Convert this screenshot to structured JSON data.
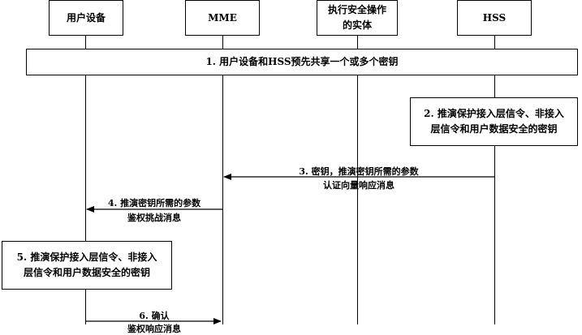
{
  "participants": [
    {
      "id": "ue",
      "name": "用户设备"
    },
    {
      "id": "mme",
      "name": "MME"
    },
    {
      "id": "sec",
      "name": "执行安全操作\n的实体"
    },
    {
      "id": "hss",
      "name": "HSS"
    }
  ],
  "steps": {
    "s1": "1. 用户设备和HSS预先共享一个或多个密钥",
    "s2": "2. 推演保护接入层信令、非接入\n层信令和用户数据安全的密钥",
    "s3": "3. 密钥，推演密钥所需的参数",
    "s3_sub": "认证向量响应消息",
    "s4": "4. 推演密钥所需的参数",
    "s4_sub": "鉴权挑战消息",
    "s5": "5. 推演保护接入层信令、非接入\n层信令和用户数据安全的密钥",
    "s6": "6. 确认",
    "s6_sub": "鉴权响应消息"
  }
}
